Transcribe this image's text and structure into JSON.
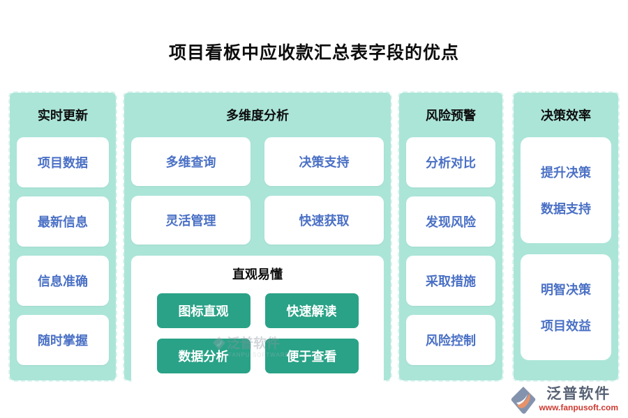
{
  "title": "项目看板中应收款汇总表字段的优点",
  "columns": [
    {
      "header": "实时更新",
      "items": [
        "项目数据",
        "最新信息",
        "信息准确",
        "随时掌握"
      ]
    },
    {
      "header": "多维度分析",
      "items": [
        "多维查询",
        "决策支持",
        "灵活管理",
        "快速获取"
      ],
      "subpanel": {
        "title": "直观易懂",
        "buttons": [
          "图标直观",
          "快速解读",
          "数据分析",
          "便于查看"
        ]
      }
    },
    {
      "header": "风险预警",
      "items": [
        "分析对比",
        "发现风险",
        "采取措施",
        "风险控制"
      ]
    },
    {
      "header": "决策效率",
      "cards": [
        {
          "lines": [
            "提升决策",
            "数据支持"
          ]
        },
        {
          "lines": [
            "明智决策",
            "项目效益"
          ]
        }
      ]
    }
  ],
  "watermark": {
    "text": "泛普软件",
    "subtext": "FANPU SOFTWARE"
  },
  "brand": {
    "name": "泛普软件",
    "url": "www.fanpusoft.com"
  },
  "colors": {
    "column_fill": "#abe5d8",
    "column_dash": "#dcf4ee",
    "card_text_blue": "#4a70c5",
    "button_green": "#2aa287",
    "title_black": "#0d0d0d",
    "brand_gray": "#566173",
    "url_red": "#cd3a31"
  }
}
